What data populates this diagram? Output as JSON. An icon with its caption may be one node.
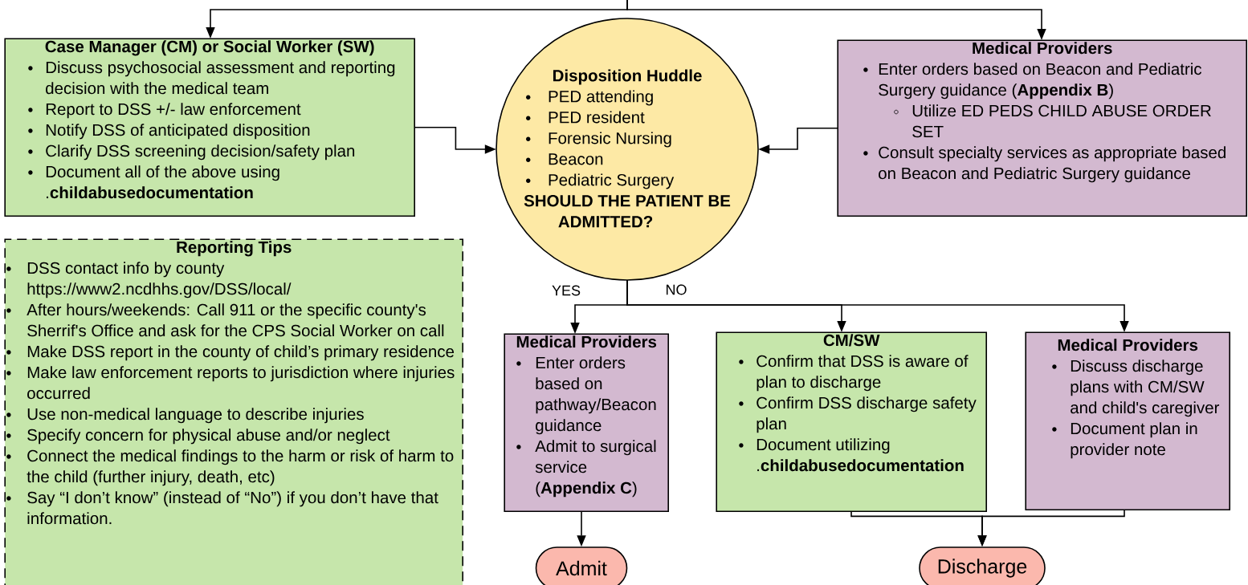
{
  "diagram": {
    "nodes": [
      {
        "text": [
          "Case Manager (CM) or Social Worker (SW)",
          "Discuss psychosocial assessment and reporting decision with the medical team",
          "Report to DSS +/- law enforcement",
          "Notify DSS of anticipated disposition",
          "Clarify DSS screening decision/safety plan",
          "Document all of the above using .**childabusedocumentation**"
        ]
      },
      {
        "text": [
          "Disposition Huddle",
          "PED attending",
          "PED resident",
          "Forensic Nursing",
          "Beacon",
          "Pediatric Surgery",
          "SHOULD THE PATIENT BE ADMITTED?"
        ]
      },
      {
        "text": [
          "Medical Providers",
          "Enter orders based on Beacon and Pediatric Surgery guidance (**Appendix B**)",
          "Utilize ED PEDS CHILD ABUSE ORDER SET",
          "Consult specialty services as appropriate based on Beacon and Pediatric Surgery guidance"
        ]
      },
      {
        "text": [
          "Reporting Tips",
          "DSS contact info by county https://www2.ncdhhs.gov/DSS/local/",
          "After hours/weekends: Call 911 or the specific county's Sherrif's Office and ask for the CPS Social Worker on call",
          "Make DSS report in the county of child’s primary residence",
          "Make law enforcement reports to jurisdiction where injuries occurred",
          "Use non-medical language to describe injuries",
          "Specify concern for physical abuse and/or neglect",
          "Connect the medical findings to the harm or risk of harm to the child (further injury, death, etc)",
          "Say “I don’t know” (instead of “No”) if you don’t have that information."
        ]
      },
      {
        "text": [
          "Medical Providers",
          "Enter orders based on pathway/Beacon guidance",
          "Admit to surgical service (**Appendix C**)"
        ]
      },
      {
        "text": [
          "CM/SW",
          "Confirm that DSS is aware of plan to discharge",
          "Confirm DSS discharge safety plan",
          "Document utilizing .**childabusedocumentation**"
        ]
      },
      {
        "text": [
          "Medical Providers",
          "Discuss discharge plans with CM/SW and child's caregiver",
          "Document plan in provider note"
        ]
      },
      {
        "text": [
          "Admit"
        ]
      },
      {
        "text": [
          "Discharge"
        ]
      }
    ],
    "edges": [
      {
        "from": null,
        "to": 0,
        "arrow": "to"
      },
      {
        "from": null,
        "to": 2,
        "arrow": "to"
      },
      {
        "from": 0,
        "to": 1,
        "arrow": "to"
      },
      {
        "from": 2,
        "to": 1,
        "arrow": "to"
      },
      {
        "from": 1,
        "to": 4,
        "arrow": "to",
        "label": "YES"
      },
      {
        "from": 1,
        "to": 5,
        "arrow": "to",
        "label": "NO"
      },
      {
        "from": 1,
        "to": 6,
        "arrow": "to"
      },
      {
        "from": 4,
        "to": 7,
        "arrow": "to"
      },
      {
        "from": 5,
        "to": 8,
        "arrow": "to"
      },
      {
        "from": 6,
        "to": 8,
        "arrow": "to"
      }
    ]
  }
}
